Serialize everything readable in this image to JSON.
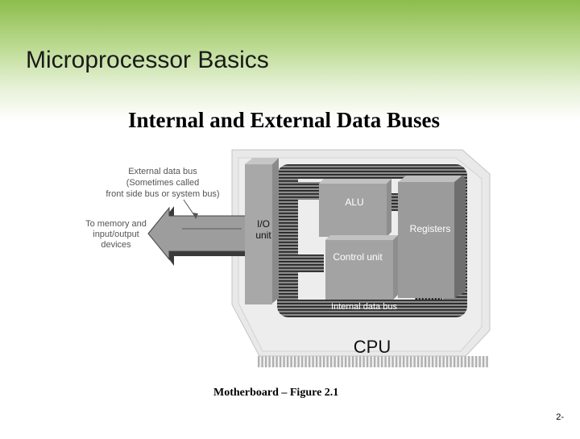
{
  "slide": {
    "title": "Microprocessor Basics",
    "subtitle": "Internal and External Data Buses",
    "caption": "Motherboard – Figure 2.1",
    "page_number": "2-"
  },
  "diagram": {
    "external_bus_label_line1": "External data bus",
    "external_bus_label_line2": "(Sometimes called",
    "external_bus_label_line3": "front side bus or system bus)",
    "memory_label_line1": "To memory and",
    "memory_label_line2": "input/output",
    "memory_label_line3": "devices",
    "io_unit_line1": "I/O",
    "io_unit_line2": "unit",
    "alu": "ALU",
    "registers": "Registers",
    "control_unit": "Control unit",
    "internal_bus": "Internal data bus",
    "cpu": "CPU"
  }
}
